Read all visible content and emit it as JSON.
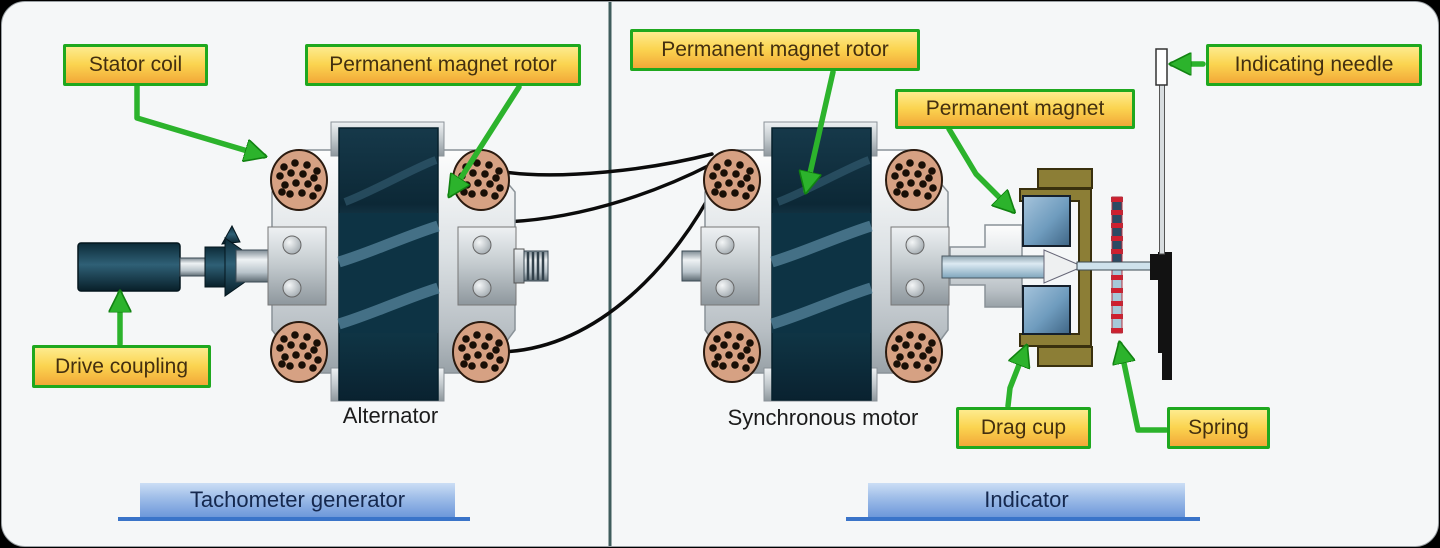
{
  "diagram": {
    "callouts": {
      "stator_coil": "Stator coil",
      "pm_rotor_left": "Permanent magnet rotor",
      "pm_rotor_right": "Permanent magnet rotor",
      "permanent_magnet": "Permanent magnet",
      "indicating_needle": "Indicating needle",
      "drive_coupling": "Drive coupling",
      "drag_cup": "Drag cup",
      "spring": "Spring"
    },
    "captions": {
      "alternator": "Alternator",
      "synchronous_motor": "Synchronous motor"
    },
    "sections": {
      "left": "Tachometer generator",
      "right": "Indicator"
    },
    "colors": {
      "callout_border_green": "#1fa81f",
      "callout_fill_top": "#fdeb8e",
      "callout_fill_bottom": "#f2a838",
      "arrow_green": "#2cb32c",
      "section_bar_top": "#cbdef5",
      "section_bar_bottom": "#6d98da",
      "section_underline": "#3a74c9",
      "rotor_teal": "#0d3344",
      "coil_copper": "#d6a183",
      "drag_cup_olive": "#8c7e36",
      "magnet_blue": "#6f9cbe",
      "spring_red": "#cf1f2e",
      "divider": "#3f5c5c"
    }
  }
}
